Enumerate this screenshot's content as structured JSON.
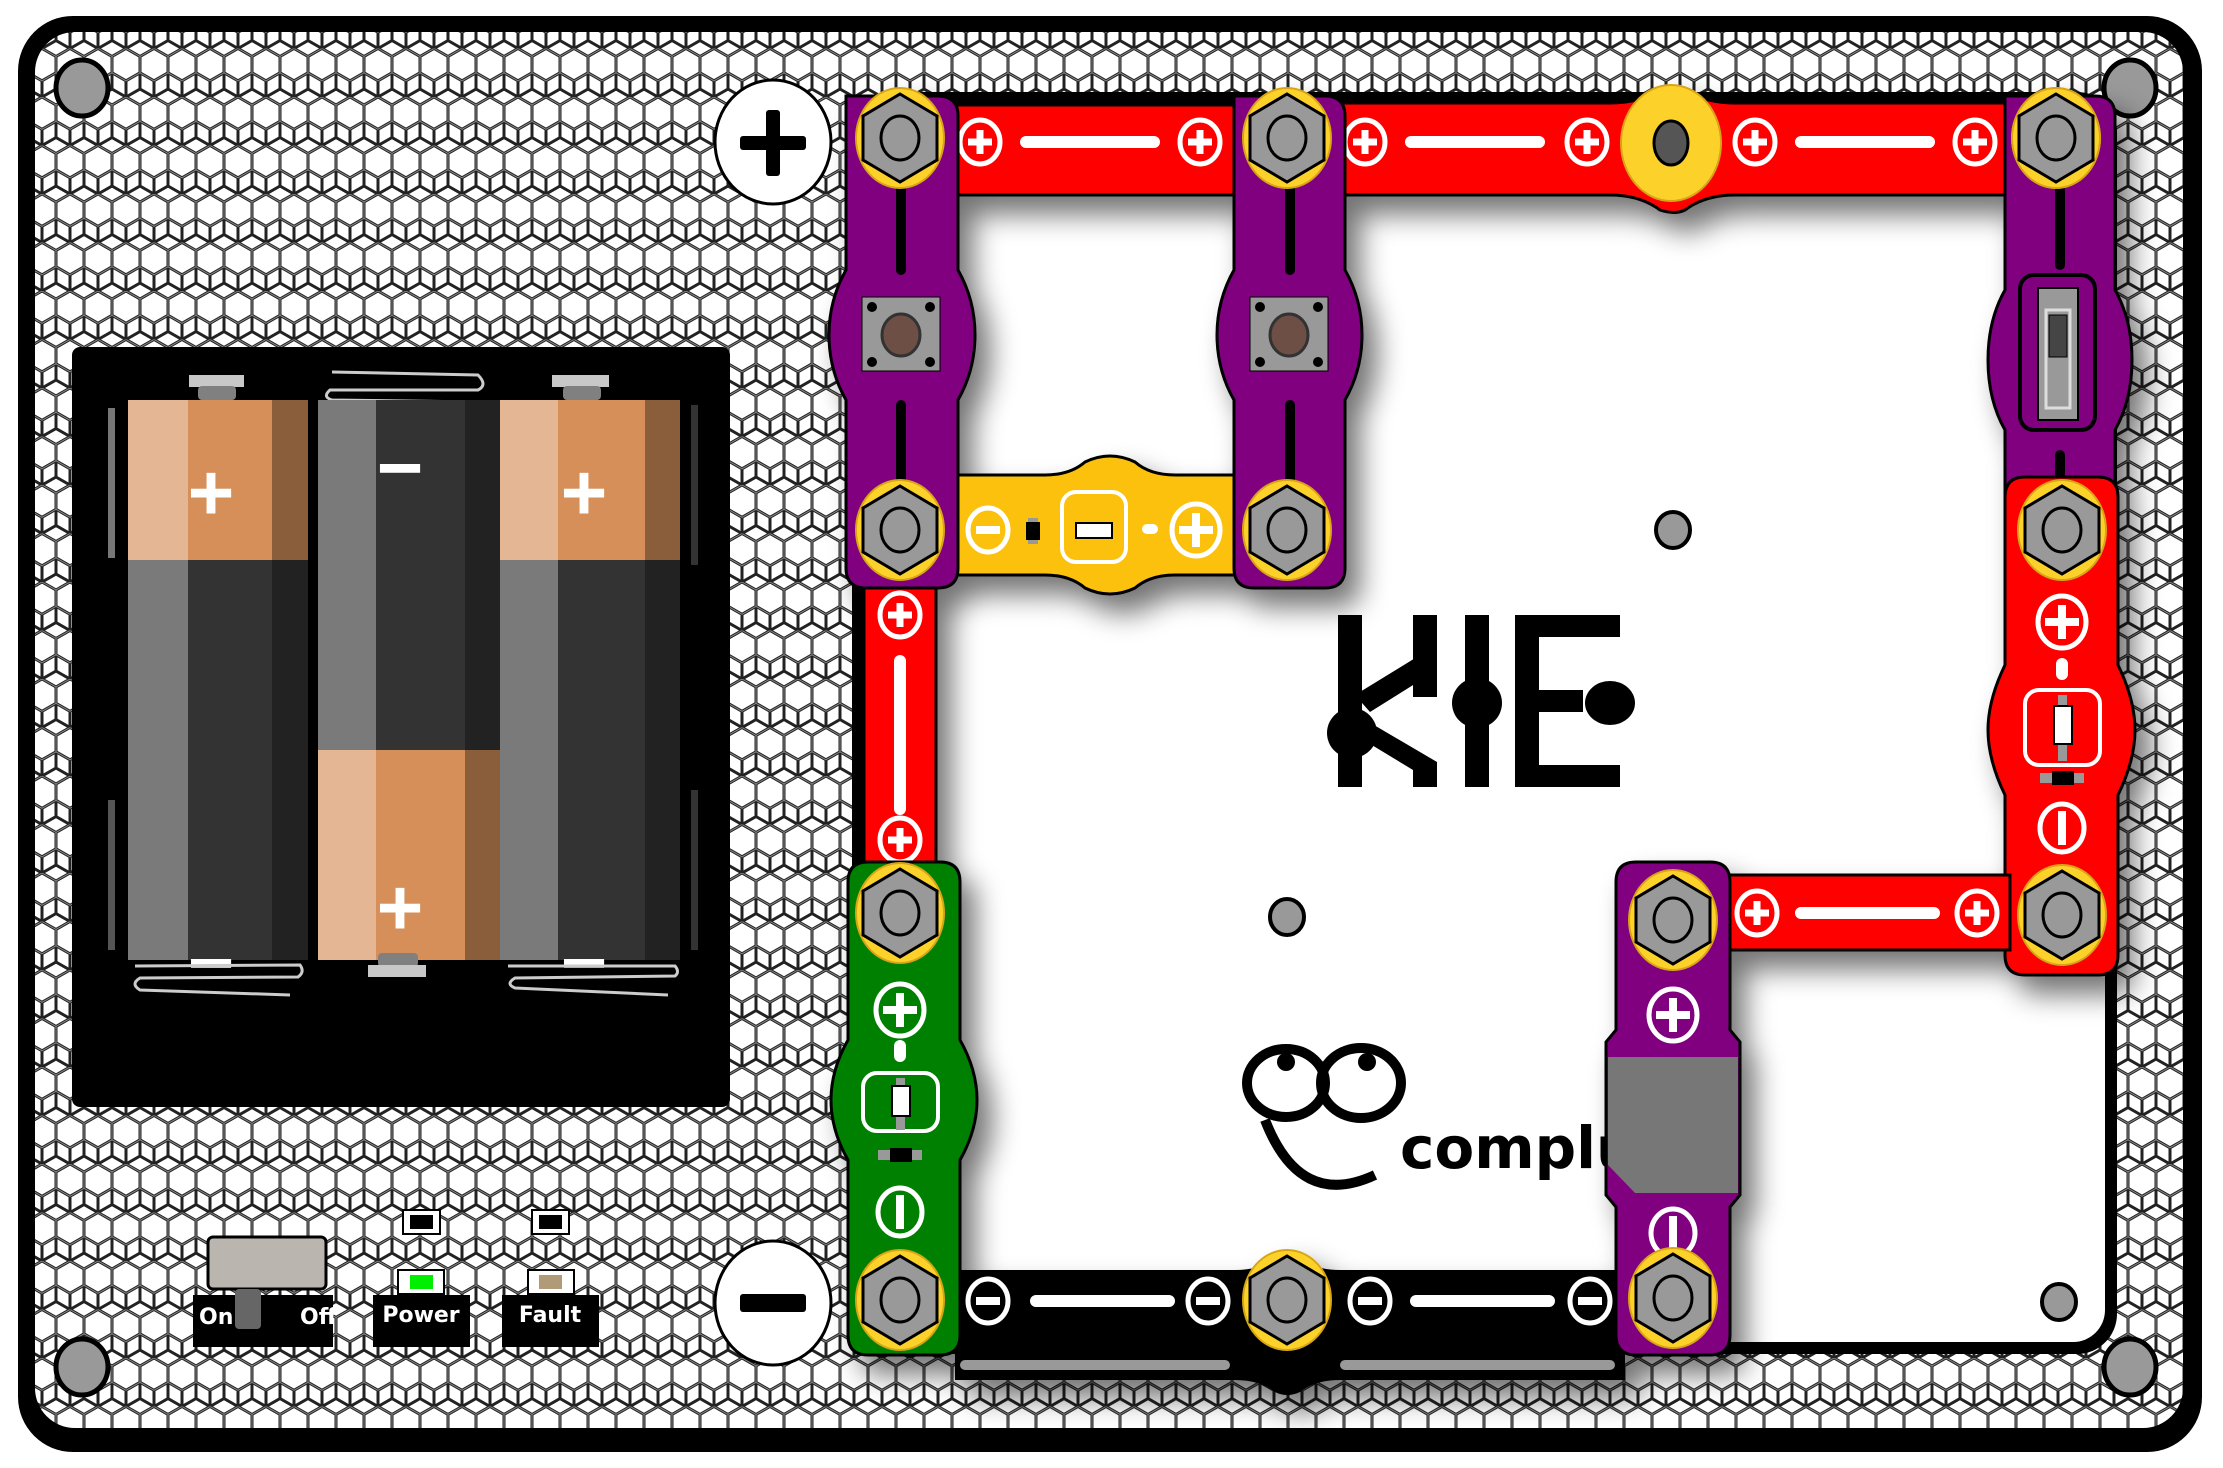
{
  "board": {
    "logo": "KIE",
    "brand": "complu",
    "terminals": {
      "positive": "+",
      "negative": "−"
    }
  },
  "battery_pack": {
    "cells": [
      {
        "top": "+",
        "bottom": "−"
      },
      {
        "top": "−",
        "bottom": "+"
      },
      {
        "top": "+",
        "bottom": "−"
      }
    ]
  },
  "controls": {
    "switch": {
      "on_label": "On",
      "off_label": "Off",
      "state": "on"
    },
    "power_led": {
      "label": "Power",
      "color": "#00ee00",
      "state": "on"
    },
    "fault_led": {
      "label": "Fault",
      "color": "#b09a78",
      "state": "off"
    }
  },
  "colors": {
    "wire_red": "#ff0000",
    "wire_black": "#000000",
    "module_purple": "#800080",
    "module_yellow": "#fcc10f",
    "module_green": "#008000",
    "snap_gold": "#fcd22a",
    "nut_gray": "#999999",
    "battery_copper": "#d78f59"
  },
  "modules": [
    {
      "id": "pushbutton-1",
      "type": "push button",
      "color": "purple"
    },
    {
      "id": "pushbutton-2",
      "type": "push button",
      "color": "purple"
    },
    {
      "id": "slide-switch",
      "type": "slide switch",
      "color": "purple"
    },
    {
      "id": "led-yellow",
      "type": "LED",
      "color": "yellow",
      "symbols": [
        "−",
        "+"
      ]
    },
    {
      "id": "led-red",
      "type": "LED",
      "color": "red",
      "symbols": [
        "+",
        "−"
      ]
    },
    {
      "id": "led-green",
      "type": "LED",
      "color": "green",
      "symbols": [
        "+",
        "−"
      ]
    },
    {
      "id": "motor-purple",
      "type": "component",
      "color": "purple",
      "symbols": [
        "+",
        "−"
      ]
    },
    {
      "id": "wire-top-left",
      "type": "wire",
      "color": "red",
      "symbols": [
        "+",
        "+"
      ]
    },
    {
      "id": "wire-top-right",
      "type": "wire",
      "color": "red",
      "symbols": [
        "+",
        "+",
        "+",
        "+"
      ]
    },
    {
      "id": "wire-left-vertical",
      "type": "wire",
      "color": "red",
      "symbols": [
        "+",
        "+"
      ]
    },
    {
      "id": "wire-right-lower",
      "type": "wire",
      "color": "red",
      "symbols": [
        "+",
        "+"
      ]
    },
    {
      "id": "wire-bottom",
      "type": "wire",
      "color": "black",
      "symbols": [
        "−",
        "−",
        "−",
        "−"
      ]
    }
  ]
}
